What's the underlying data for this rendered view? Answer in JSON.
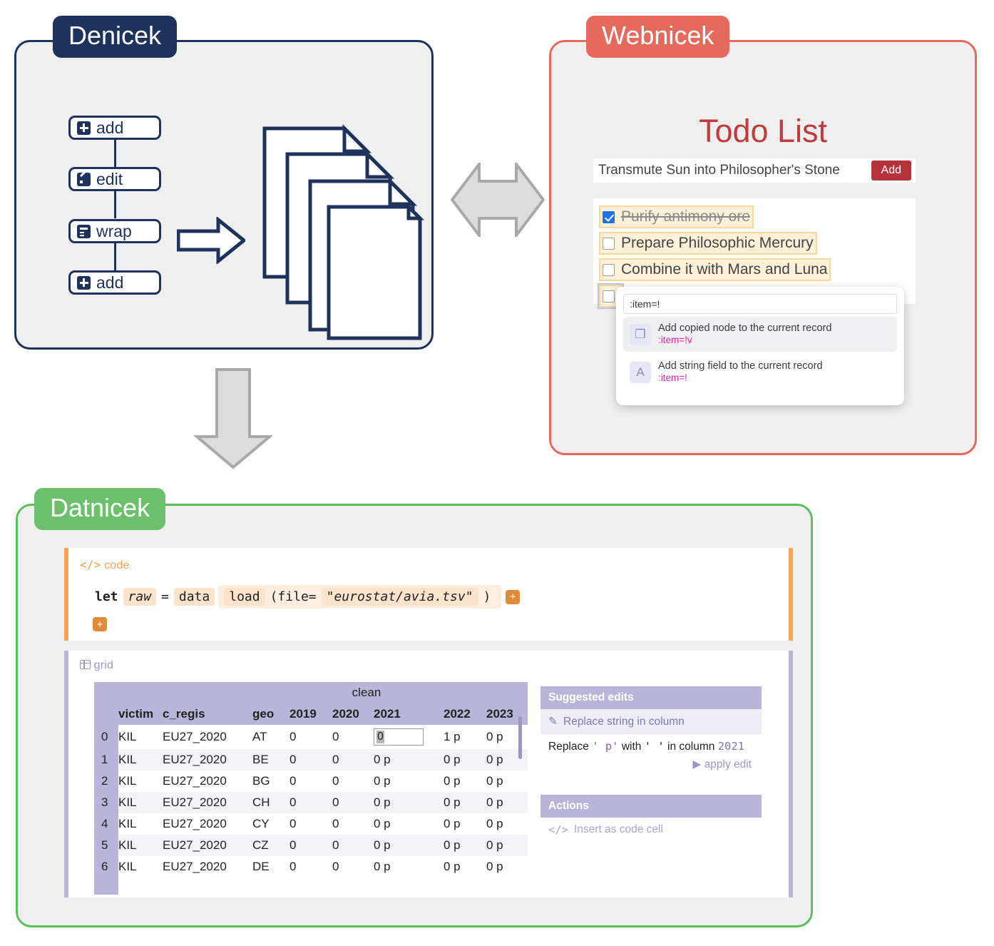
{
  "denicek": {
    "tab_label": "Denicek",
    "nodes": [
      {
        "label": "add",
        "icon": "plus-square-icon"
      },
      {
        "label": "edit",
        "icon": "pencil-square-icon"
      },
      {
        "label": "wrap",
        "icon": "wrap-square-icon"
      },
      {
        "label": "add",
        "icon": "plus-square-icon"
      }
    ],
    "arrow_icon": "right-arrow-icon",
    "documents_icon": "document-stack-icon",
    "accent": "#1d335c"
  },
  "webnicek": {
    "tab_label": "Webnicek",
    "accent": "#e5695c",
    "title": "Todo List",
    "new_item_value": "Transmute Sun into Philosopher's Stone",
    "add_label": "Add",
    "items": [
      {
        "label": "Purify antimony ore",
        "checked": true
      },
      {
        "label": "Prepare Philosophic Mercury",
        "checked": false
      },
      {
        "label": "Combine it with Mars and Luna",
        "checked": false
      },
      {
        "label": "",
        "checked": false
      }
    ],
    "autocomplete": {
      "query": ":item=!",
      "options": [
        {
          "icon": "clipboard-icon",
          "glyph": "❐",
          "title": "Add copied node to the current record",
          "code": ":item=!v",
          "selected": true
        },
        {
          "icon": "letter-a-icon",
          "glyph": "A",
          "title": "Add string field to the current record",
          "code": ":item=!",
          "selected": false
        }
      ]
    }
  },
  "connectors": {
    "bidirectional_arrow_icon": "left-right-arrow-icon",
    "down_arrow_icon": "down-arrow-icon",
    "color": "#d9d9d9"
  },
  "datnicek": {
    "tab_label": "Datnicek",
    "accent": "#6cc06c",
    "code_cell": {
      "kicker": "code",
      "kicker_icon": "code-tag-icon",
      "accent": "#f3a758",
      "tokens": [
        {
          "text": "let",
          "style": "keyword"
        },
        {
          "text": "raw",
          "style": "hl-italic"
        },
        {
          "text": "=",
          "style": "plain"
        },
        {
          "text": "data",
          "style": "hl"
        },
        {
          "text": "load",
          "style": "hl"
        },
        {
          "text": "(file=",
          "style": "plain"
        },
        {
          "text": "\"eurostat/avia.tsv\"",
          "style": "hl-italic"
        },
        {
          "text": ")",
          "style": "plain"
        }
      ],
      "add_button_label": "+",
      "add_line_button_label": "+"
    },
    "grid_cell": {
      "kicker": "grid",
      "kicker_icon": "table-grid-icon",
      "accent": "#b9b5d8",
      "group_header": "clean",
      "columns": [
        "victim",
        "c_regis",
        "geo",
        "2019",
        "2020",
        "2021",
        "2022",
        "2023"
      ],
      "rows": [
        {
          "index": "0",
          "cells": [
            "KIL",
            "EU27_2020",
            "AT",
            "0",
            "0",
            "0",
            "1 p",
            "0 p"
          ],
          "editing_col": 5,
          "editing_value": "0"
        },
        {
          "index": "1",
          "cells": [
            "KIL",
            "EU27_2020",
            "BE",
            "0",
            "0",
            "0 p",
            "0 p",
            "0 p"
          ]
        },
        {
          "index": "2",
          "cells": [
            "KIL",
            "EU27_2020",
            "BG",
            "0",
            "0",
            "0 p",
            "0 p",
            "0 p"
          ]
        },
        {
          "index": "3",
          "cells": [
            "KIL",
            "EU27_2020",
            "CH",
            "0",
            "0",
            "0 p",
            "0 p",
            "0 p"
          ]
        },
        {
          "index": "4",
          "cells": [
            "KIL",
            "EU27_2020",
            "CY",
            "0",
            "0",
            "0 p",
            "0 p",
            "0 p"
          ]
        },
        {
          "index": "5",
          "cells": [
            "KIL",
            "EU27_2020",
            "CZ",
            "0",
            "0",
            "0 p",
            "0 p",
            "0 p"
          ]
        },
        {
          "index": "6",
          "cells": [
            "KIL",
            "EU27_2020",
            "DE",
            "0",
            "0",
            "0 p",
            "0 p",
            "0 p"
          ]
        }
      ]
    },
    "suggested_edits": {
      "header": "Suggested edits",
      "item_label": "Replace string in column",
      "item_icon": "pencil-icon",
      "description_prefix": "Replace ",
      "description_find": "' p'",
      "description_mid": " with ",
      "description_replace": "' '",
      "description_suffix": " in column ",
      "description_column": "2021",
      "apply_label": "apply edit",
      "apply_icon": "play-icon"
    },
    "actions": {
      "header": "Actions",
      "item_label": "Insert as code cell",
      "item_icon": "code-tag-icon"
    }
  }
}
